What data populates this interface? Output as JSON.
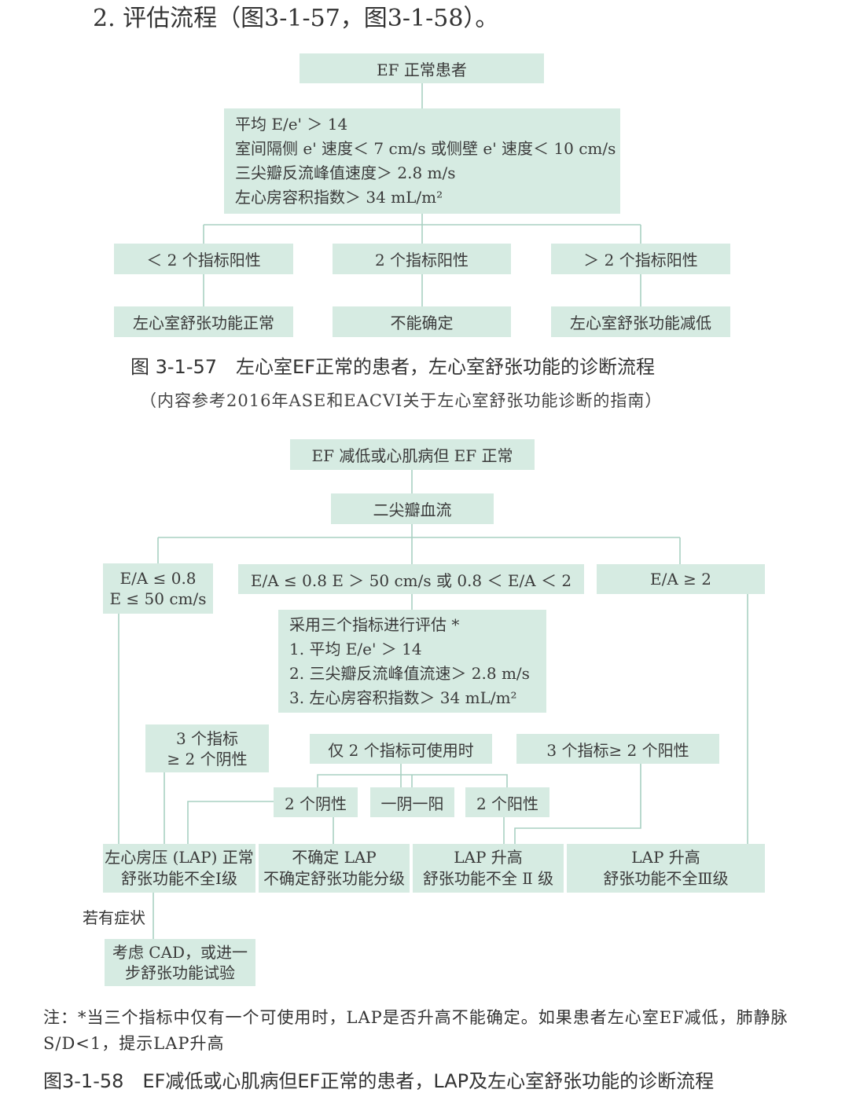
{
  "section_heading": "2. 评估流程（图3-1-57，图3-1-58）。",
  "fig57": {
    "start": "EF 正常患者",
    "criteria": [
      "平均 E/e' ＞ 14",
      "室间隔侧 e' 速度＜ 7 cm/s 或侧壁 e' 速度＜ 10 cm/s",
      "三尖瓣反流峰值速度＞ 2.8 m/s",
      "左心房容积指数＞ 34 mL/m²"
    ],
    "branches": [
      "＜ 2 个指标阳性",
      "2 个指标阳性",
      "＞ 2 个指标阳性"
    ],
    "results": [
      "左心室舒张功能正常",
      "不能确定",
      "左心室舒张功能减低"
    ],
    "caption": "图 3-1-57　左心室EF正常的患者，左心室舒张功能的诊断流程",
    "subcaption": "（内容参考2016年ASE和EACVI关于左心室舒张功能诊断的指南）"
  },
  "fig58": {
    "start": "EF 减低或心肌病但 EF 正常",
    "mitral": "二尖瓣血流",
    "left_cond": [
      "E/A ≤ 0.8",
      "E ≤ 50 cm/s"
    ],
    "mid_cond": "E/A ≤ 0.8 E ＞ 50 cm/s 或 0.8 ＜ E/A ＜ 2",
    "right_cond": "E/A ≥ 2",
    "assess": [
      "采用三个指标进行评估 *",
      "1. 平均 E/e' ＞ 14",
      "2. 三尖瓣反流峰值流速＞ 2.8 m/s",
      "3. 左心房容积指数＞ 34 mL/m²"
    ],
    "neg3": [
      "3 个指标",
      "≥ 2 个阴性"
    ],
    "only2": "仅 2 个指标可使用时",
    "pos3": "3 个指标≥ 2 个阳性",
    "two_neg": "2 个阴性",
    "one_each": "一阴一阳",
    "two_pos": "2 个阳性",
    "out1": [
      "左心房压 (LAP) 正常",
      "舒张功能不全Ⅰ级"
    ],
    "out2": [
      "不确定 LAP",
      "不确定舒张功能分级"
    ],
    "out3": [
      "LAP 升高",
      "舒张功能不全 Ⅱ 级"
    ],
    "out4": [
      "LAP 升高",
      "舒张功能不全Ⅲ级"
    ],
    "symptom": "若有症状",
    "cad": [
      "考虑 CAD，或进一",
      "步舒张功能试验"
    ],
    "note": "注：*当三个指标中仅有一个可使用时，LAP是否升高不能确定。如果患者左心室EF减低，肺静脉S/D<1，提示LAP升高",
    "caption": "图3-1-58　EF减低或心肌病但EF正常的患者，LAP及左心室舒张功能的诊断流程"
  }
}
